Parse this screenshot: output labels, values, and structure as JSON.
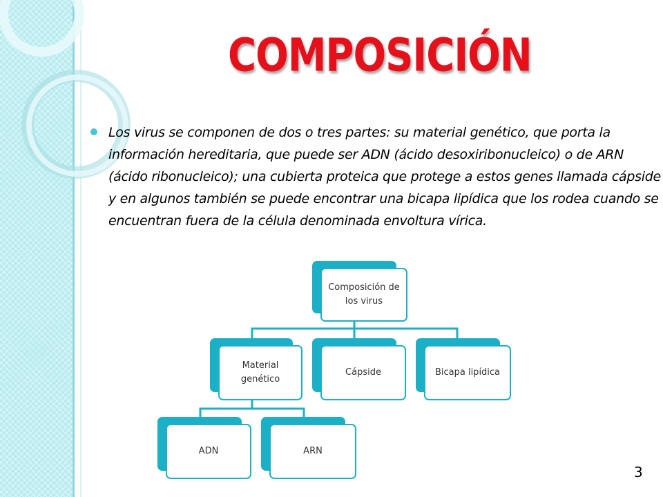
{
  "slide": {
    "title": "COMPOSICIÓN",
    "body": "Los virus se componen de dos o tres partes: su material genético, que porta la información hereditaria, que puede ser ADN (ácido desoxiribonucleico) o de ARN (ácido ribonucleico); una cubierta proteica que protege a estos genes llamada cápside y en algunos también se puede encontrar una bicapa lipídica que los rodea cuando se encuentran fuera de la célula denominada envoltura vírica.",
    "page_number": "3"
  },
  "diagram": {
    "root": "Composición de los virus",
    "level1": [
      "Material genético",
      "Cápside",
      "Bicapa lipídica"
    ],
    "level2": [
      "ADN",
      "ARN"
    ]
  },
  "colors": {
    "title": "#e5101a",
    "accent": "#1bb0c6",
    "side_band": "#b8ecf0"
  }
}
